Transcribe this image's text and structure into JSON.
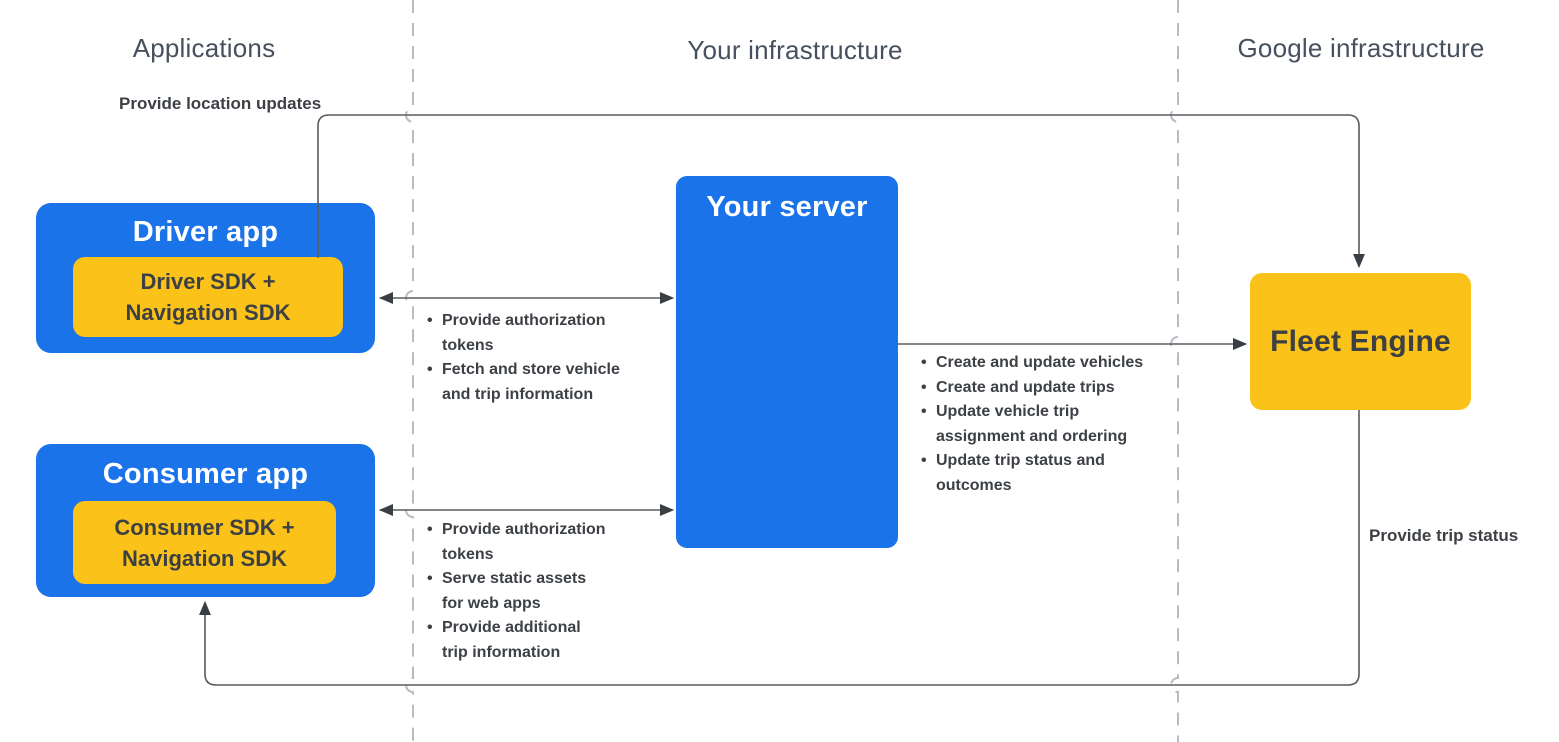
{
  "colors": {
    "brand-blue": "#1a73e8",
    "brand-yellow": "#fbc31a",
    "text-on-yellow": "#3c4043",
    "bullet-text": "#3d4146",
    "heading-text": "#46505e",
    "connector-line": "#585b5f",
    "arrowhead": "#3a3f45",
    "lane-divider": "#b6bcc4"
  },
  "lanes": {
    "applications": "Applications",
    "your_infrastructure": "Your infrastructure",
    "google_infrastructure": "Google infrastructure"
  },
  "nodes": {
    "driver_app": {
      "title": "Driver app",
      "sdk_line1": "Driver SDK +",
      "sdk_line2": "Navigation SDK"
    },
    "consumer_app": {
      "title": "Consumer app",
      "sdk_line1": "Consumer SDK +",
      "sdk_line2": "Navigation SDK"
    },
    "your_server": {
      "title": "Your server"
    },
    "fleet_engine": {
      "title": "Fleet Engine"
    }
  },
  "edges": {
    "driver_to_fleet": {
      "label": "Provide location updates"
    },
    "fleet_to_consumer": {
      "label": "Provide trip status"
    },
    "driver_server": {
      "items": [
        "Provide authorization\ntokens",
        "Fetch and store vehicle\nand trip information"
      ]
    },
    "consumer_server": {
      "items": [
        "Provide authorization\ntokens",
        "Serve static assets\nfor web apps",
        "Provide additional\ntrip information"
      ]
    },
    "server_fleet": {
      "items": [
        "Create and update vehicles",
        "Create and update trips",
        "Update vehicle trip\nassignment and ordering",
        "Update trip status and\noutcomes"
      ]
    }
  }
}
